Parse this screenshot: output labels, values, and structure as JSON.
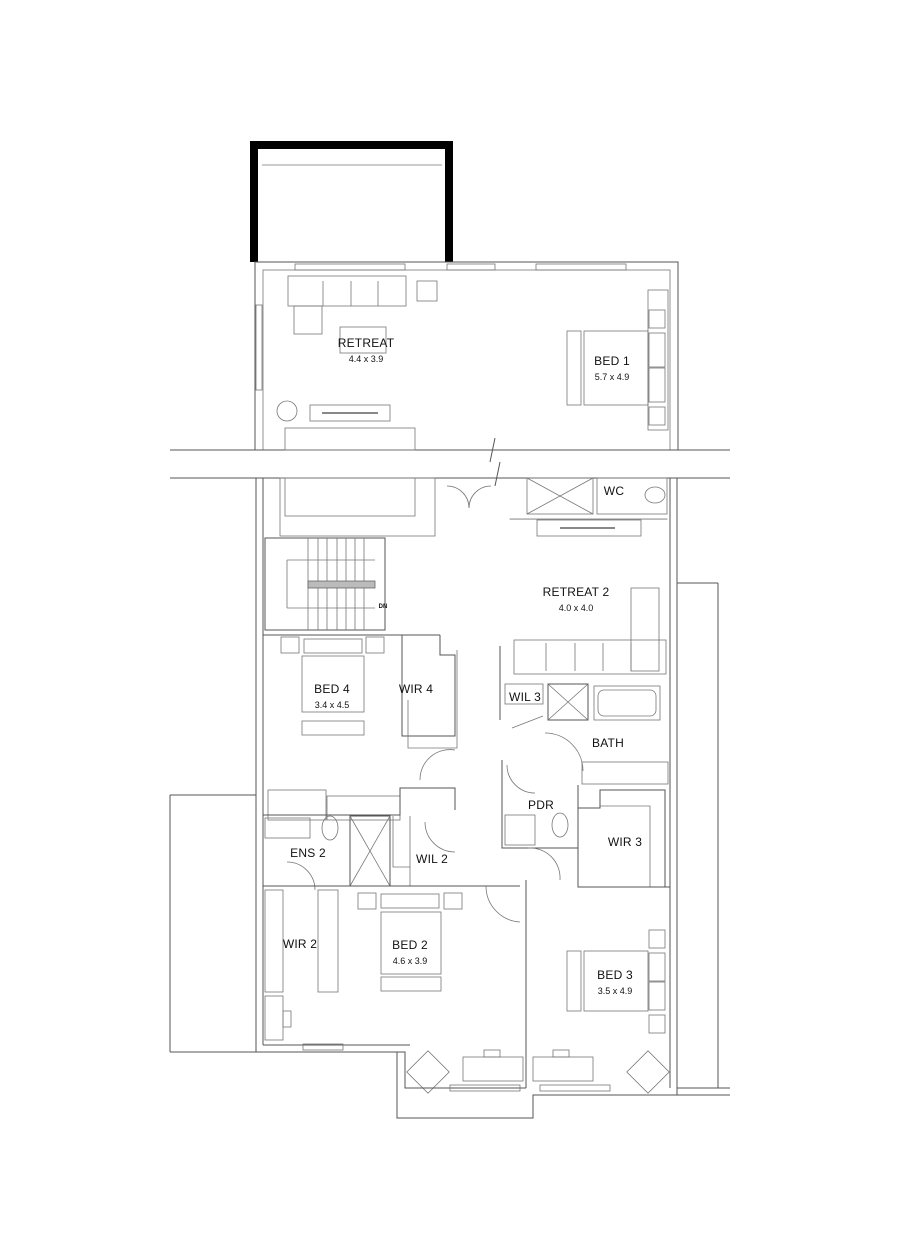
{
  "plan": {
    "colors": {
      "line": "#555555",
      "furniture": "#777777",
      "balcony_wall": "#000000",
      "background": "#ffffff"
    },
    "stair_label": "DN",
    "rooms": [
      {
        "id": "retreat",
        "name": "RETREAT",
        "dims": "4.4 x 3.9"
      },
      {
        "id": "bed1",
        "name": "BED 1",
        "dims": "5.7 x 4.9"
      },
      {
        "id": "wc",
        "name": "WC",
        "dims": ""
      },
      {
        "id": "retreat2",
        "name": "RETREAT 2",
        "dims": "4.0 x 4.0"
      },
      {
        "id": "bed4",
        "name": "BED 4",
        "dims": "3.4 x 4.5"
      },
      {
        "id": "wir4",
        "name": "WIR 4",
        "dims": ""
      },
      {
        "id": "wil3",
        "name": "WIL 3",
        "dims": ""
      },
      {
        "id": "bath",
        "name": "BATH",
        "dims": ""
      },
      {
        "id": "pdr",
        "name": "PDR",
        "dims": ""
      },
      {
        "id": "ens2",
        "name": "ENS 2",
        "dims": ""
      },
      {
        "id": "wil2",
        "name": "WIL 2",
        "dims": ""
      },
      {
        "id": "wir3",
        "name": "WIR 3",
        "dims": ""
      },
      {
        "id": "wir2",
        "name": "WIR 2",
        "dims": ""
      },
      {
        "id": "bed2",
        "name": "BED 2",
        "dims": "4.6 x 3.9"
      },
      {
        "id": "bed3",
        "name": "BED 3",
        "dims": "3.5 x 4.9"
      }
    ]
  }
}
